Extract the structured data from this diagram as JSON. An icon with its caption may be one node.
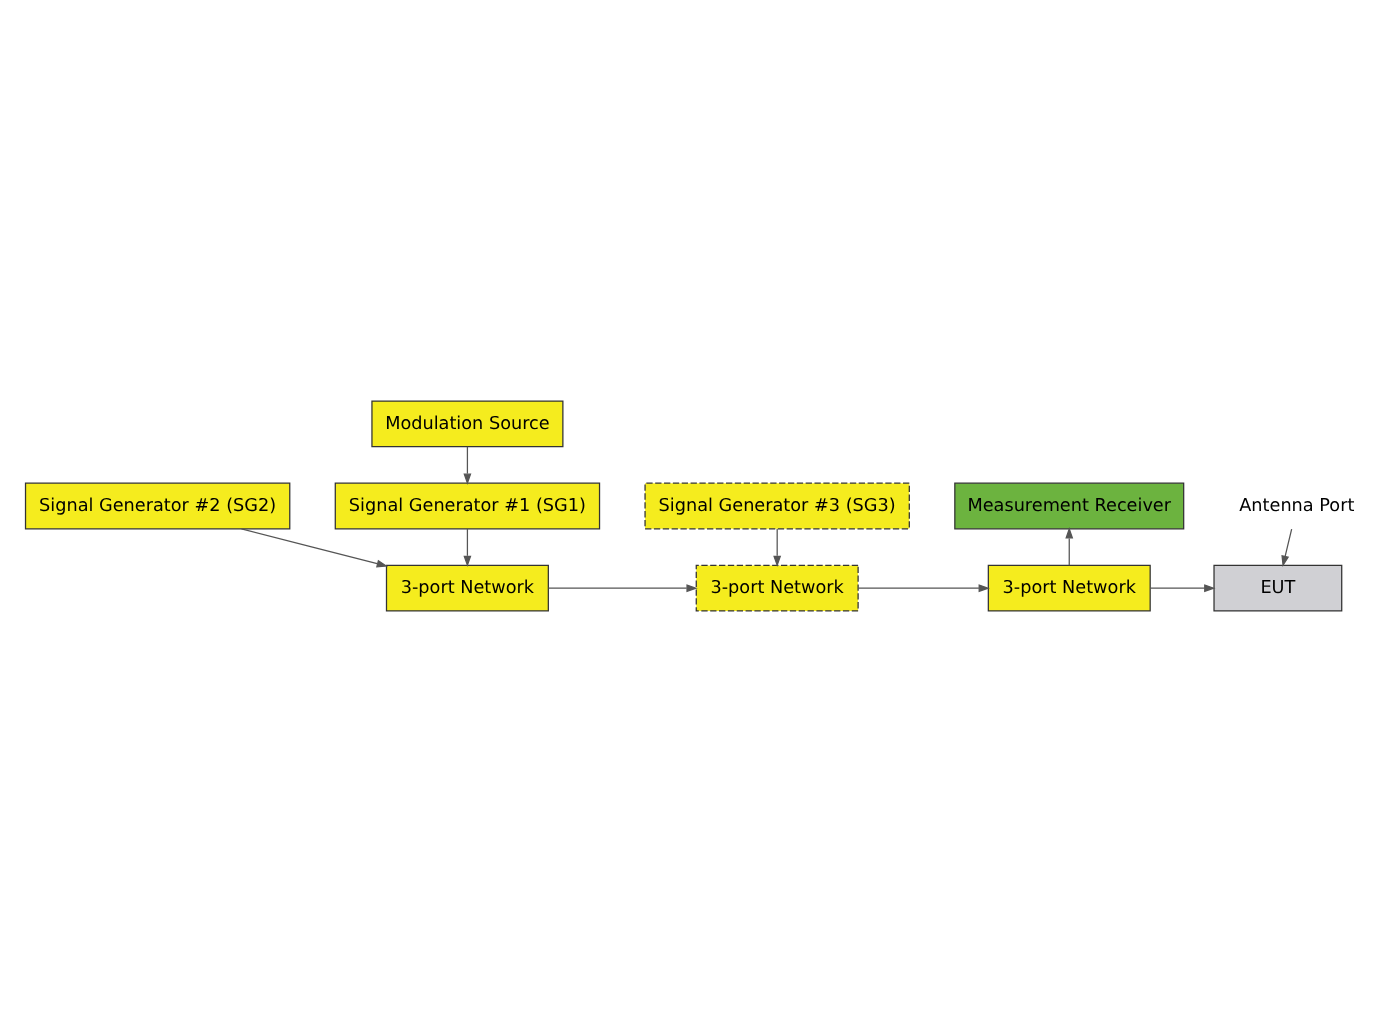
{
  "diagram": {
    "nodes": [
      {
        "text": [
          "Signal Generator #2 (SG2)"
        ]
      },
      {
        "text": [
          "Measurement Receiver"
        ]
      },
      {
        "text": [
          "3-port Network"
        ]
      },
      {
        "text": [
          "3-port Network"
        ]
      },
      {
        "text": [
          "3-port Network"
        ]
      },
      {
        "text": [
          "EUT"
        ]
      },
      {
        "text": [
          "Antenna Port"
        ]
      },
      {
        "text": [
          "Signal Generator #1 (SG1)"
        ]
      },
      {
        "text": [
          "Signal Generator #3 (SG3)"
        ]
      },
      {
        "text": [
          "Modulation Source"
        ]
      }
    ],
    "edges": [
      {
        "from": 0,
        "to": 2,
        "arrow": "to"
      },
      {
        "from": 7,
        "to": 2,
        "arrow": "to"
      },
      {
        "from": 9,
        "to": 7,
        "arrow": "to"
      },
      {
        "from": 2,
        "to": 3,
        "arrow": "to"
      },
      {
        "from": 8,
        "to": 3,
        "arrow": "to"
      },
      {
        "from": 3,
        "to": 4,
        "arrow": "to"
      },
      {
        "from": 4,
        "to": 1,
        "arrow": "to"
      },
      {
        "from": 4,
        "to": 5,
        "arrow": "to"
      },
      {
        "from": 6,
        "to": 5,
        "arrow": "to"
      }
    ]
  }
}
